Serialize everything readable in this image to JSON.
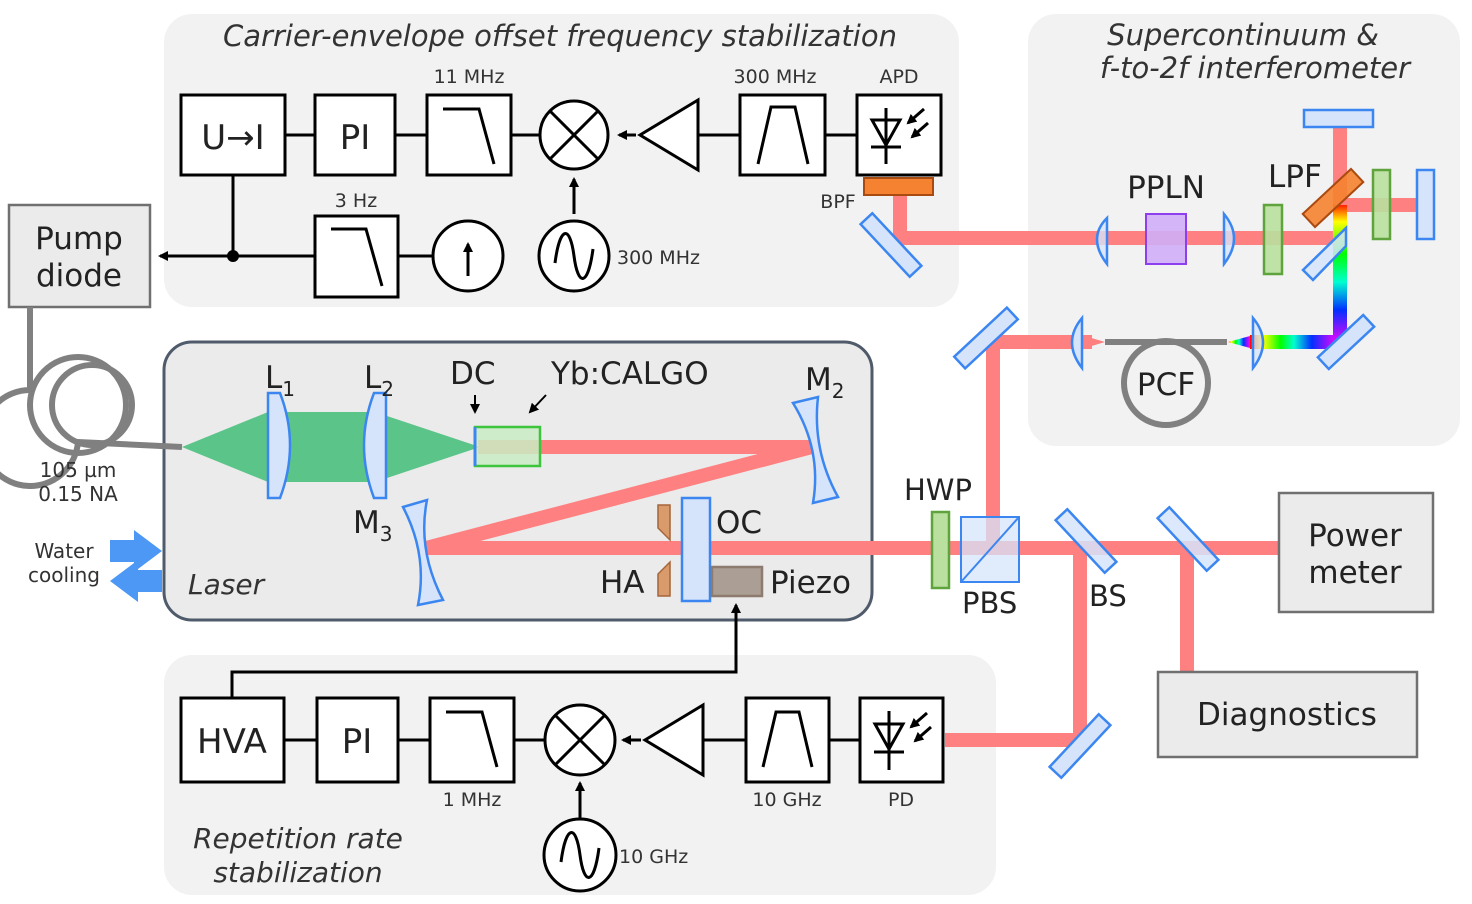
{
  "panels": {
    "ceo": "Carrier-envelope offset frequency stabilization",
    "sc_line1": "Supercontinuum &",
    "sc_line2": "f-to-2f interferometer",
    "laser": "Laser",
    "rep_line1": "Repetition rate",
    "rep_line2": "stabilization"
  },
  "ceo_chain": {
    "u_to_i": "U→I",
    "pi": "PI",
    "lowpass_freq": "11 MHz",
    "bandpass_freq": "300 MHz",
    "detector": "APD",
    "filter": "BPF",
    "slow_lowpass_freq": "3 Hz",
    "oscillator_freq": "300 MHz"
  },
  "rep_chain": {
    "hva": "HVA",
    "pi": "PI",
    "lowpass_freq": "1 MHz",
    "bandpass_freq": "10 GHz",
    "detector": "PD",
    "oscillator_freq": "10 GHz"
  },
  "pump": {
    "line1": "Pump",
    "line2": "diode",
    "fiber_core": "105 µm",
    "fiber_na": "0.15 NA"
  },
  "cooling": {
    "line1": "Water",
    "line2": "cooling"
  },
  "laser_parts": {
    "l1": "L",
    "l1_sub": "1",
    "l2": "L",
    "l2_sub": "2",
    "dc": "DC",
    "crystal": "Yb:CALGO",
    "m2": "M",
    "m2_sub": "2",
    "m3": "M",
    "m3_sub": "3",
    "oc": "OC",
    "ha": "HA",
    "piezo": "Piezo"
  },
  "sc_parts": {
    "ppln": "PPLN",
    "lpf": "LPF",
    "pcf": "PCF"
  },
  "output_path": {
    "hwp": "HWP",
    "pbs": "PBS",
    "bs": "BS",
    "power_meter_line1": "Power",
    "power_meter_line2": "meter",
    "diagnostics": "Diagnostics"
  },
  "colors": {
    "beam": "#ff8080",
    "pump_beam": "#5bc489",
    "optic_fill": "#d6e4fb",
    "optic_stroke": "#3b86f0",
    "waveplate": "#b9e09f",
    "bpf": "#f58230",
    "ppln": "#cfaef8",
    "piezo": "#ab9e94",
    "hard_aperture": "#d99a6c",
    "water": "#4d98f5"
  }
}
